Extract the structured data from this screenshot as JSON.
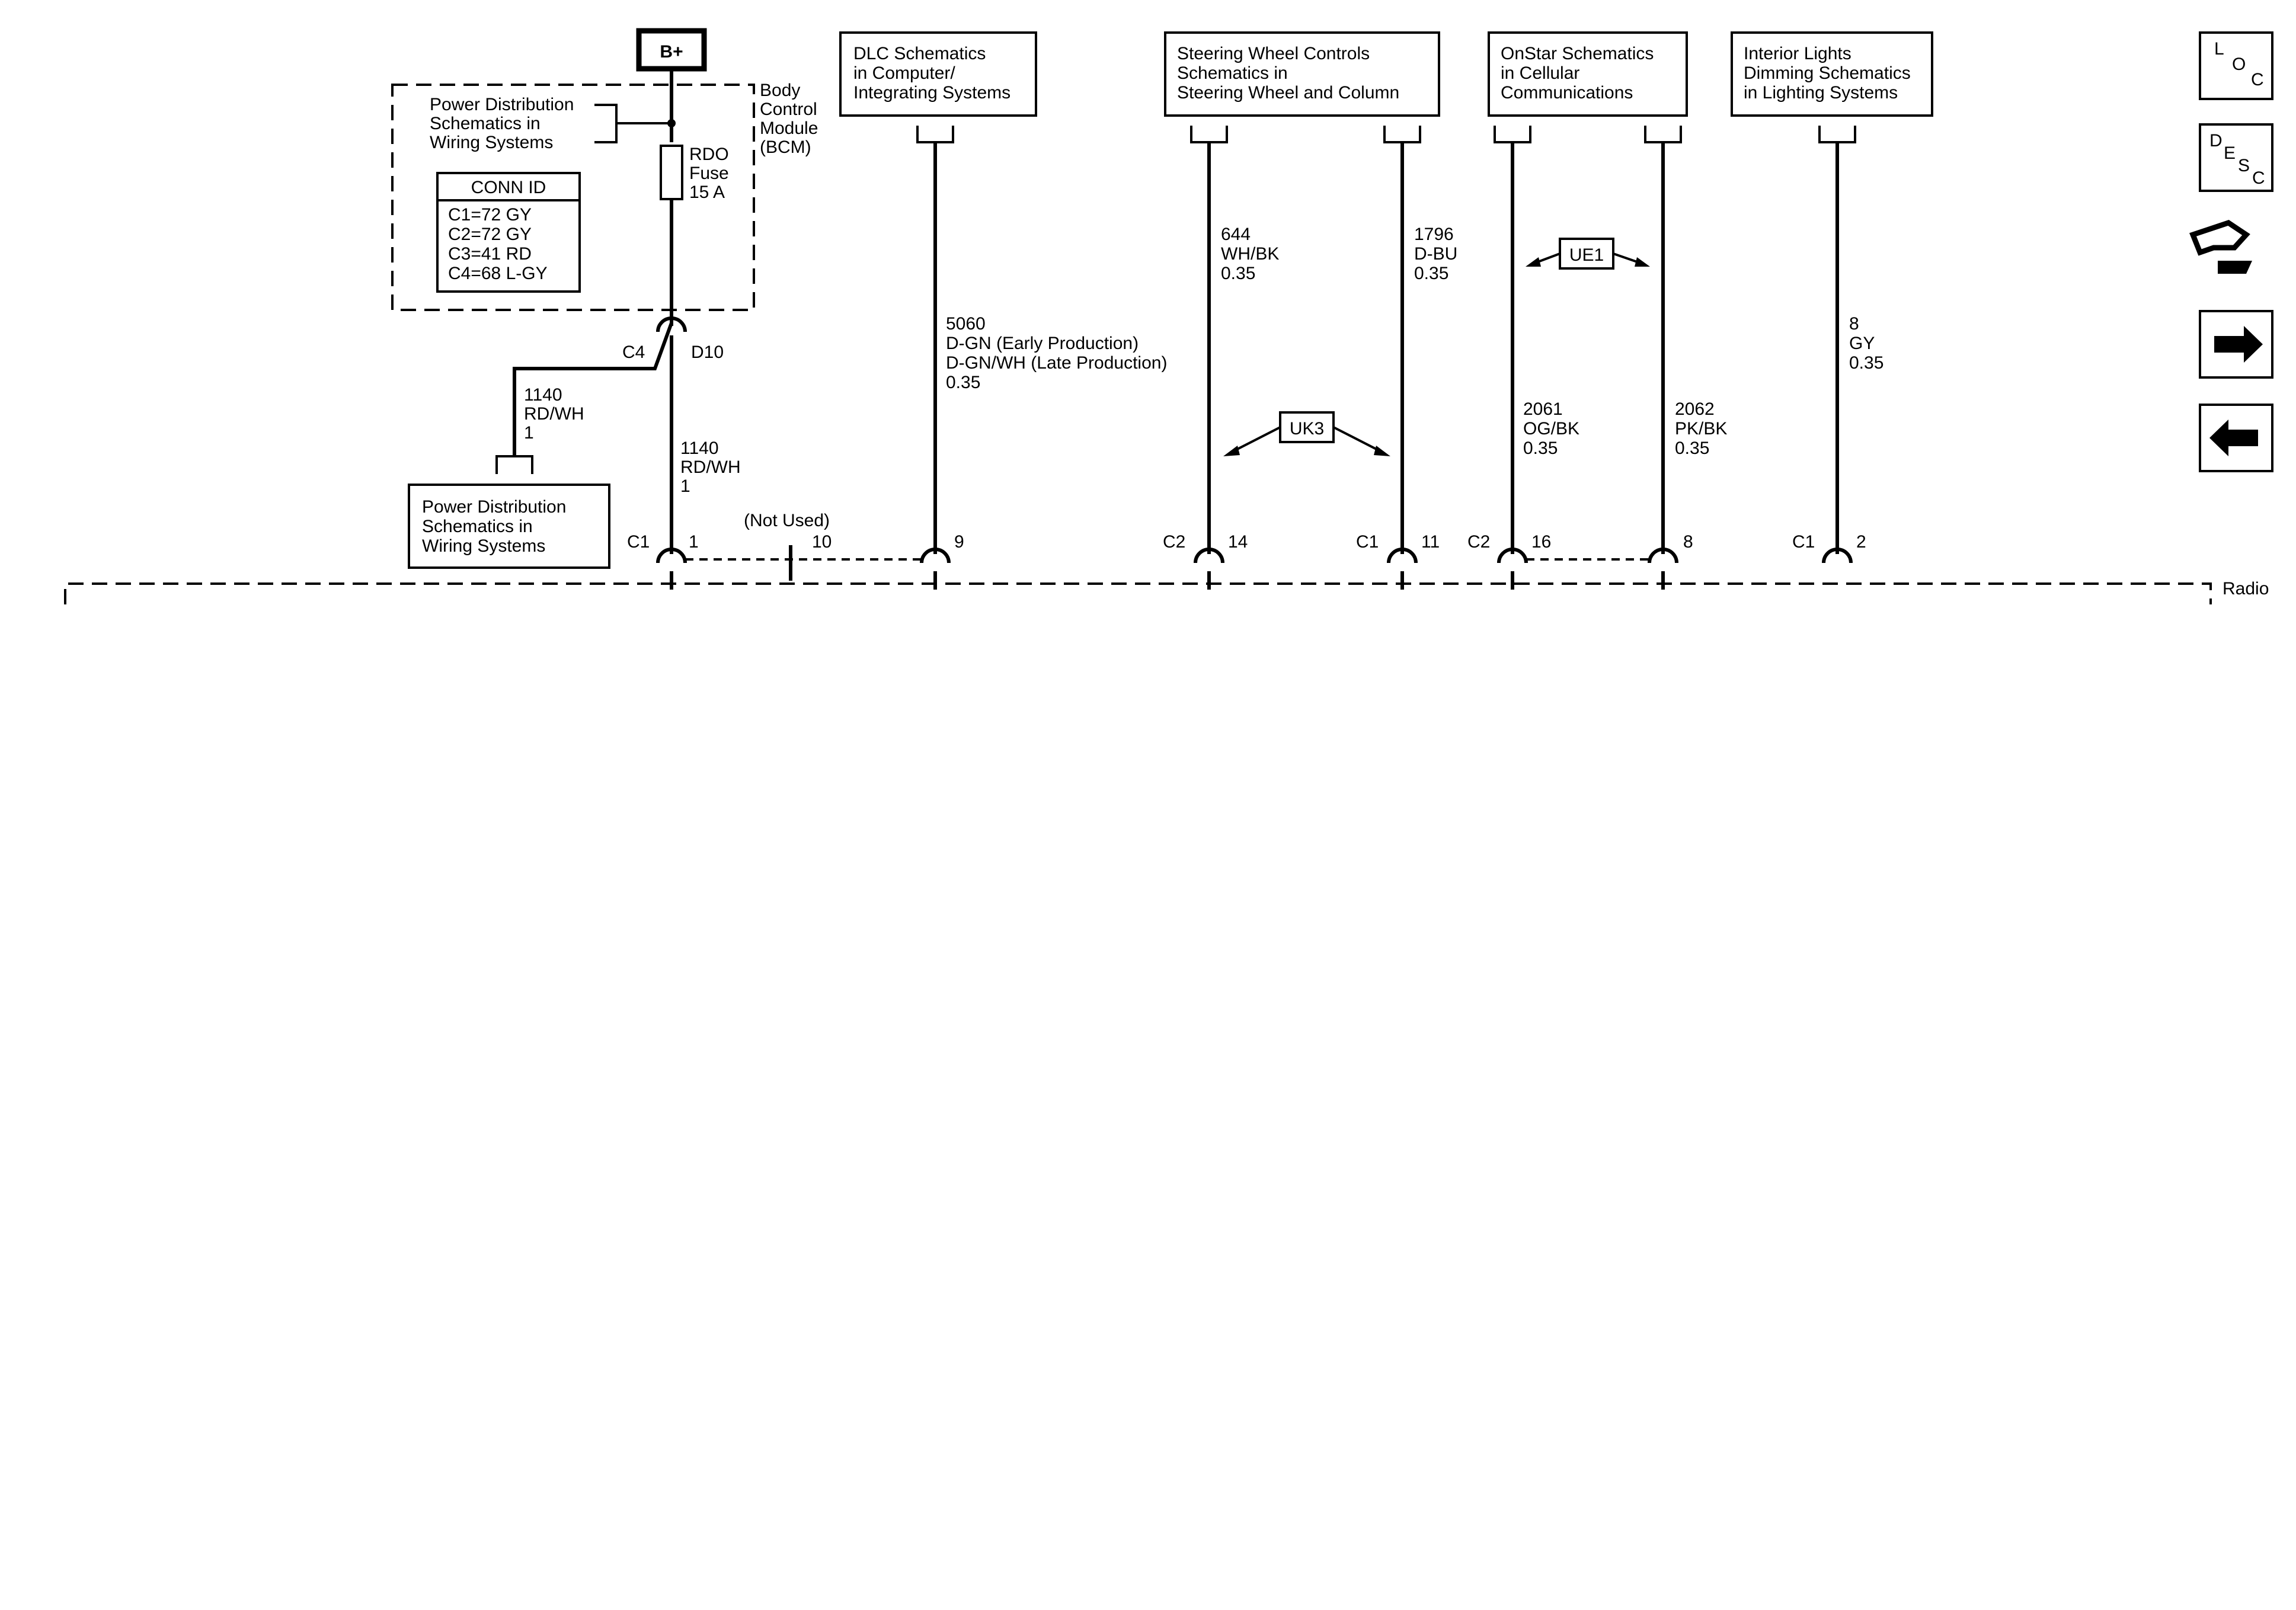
{
  "battery": "B+",
  "bcm": {
    "line1": "Body",
    "line2": "Control",
    "line3": "Module",
    "line4": "(BCM)"
  },
  "pds_bcm": {
    "line1": "Power Distribution",
    "line2": "Schematics in",
    "line3": "Wiring Systems"
  },
  "conn_id_bcm": {
    "title": "CONN ID",
    "rows": [
      "C1=72 GY",
      "C2=72 GY",
      "C3=41 RD",
      "C4=68 L-GY"
    ]
  },
  "fuse": {
    "line1": "RDO",
    "line2": "Fuse",
    "line3": "15 A"
  },
  "bcm_connector": {
    "conn": "C4",
    "pin": "D10"
  },
  "wire_branch_1140": {
    "circuit": "1140",
    "color": "RD/WH",
    "size": "1"
  },
  "pds_lower": {
    "line1": "Power Distribution",
    "line2": "Schematics in",
    "line3": "Wiring Systems"
  },
  "wire_1140_main": {
    "circuit": "1140",
    "color": "RD/WH",
    "size": "1"
  },
  "dlc_ref": {
    "line1": "DLC Schematics",
    "line2": "in Computer/",
    "line3": "Integrating Systems"
  },
  "wire_5060": {
    "circuit": "5060",
    "color1": "D-GN (Early Production)",
    "color2": "D-GN/WH (Late Production)",
    "size": "0.35"
  },
  "swc_ref": {
    "line1": "Steering Wheel Controls",
    "line2": "Schematics in",
    "line3": "Steering Wheel and Column"
  },
  "wire_644": {
    "circuit": "644",
    "color": "WH/BK",
    "size": "0.35"
  },
  "wire_1796": {
    "circuit": "1796",
    "color": "D-BU",
    "size": "0.35"
  },
  "option_uk3": "UK3",
  "onstar_ref": {
    "line1": "OnStar Schematics",
    "line2": "in Cellular",
    "line3": "Communications"
  },
  "option_ue1": "UE1",
  "wire_2061": {
    "circuit": "2061",
    "color": "OG/BK",
    "size": "0.35"
  },
  "wire_2062": {
    "circuit": "2062",
    "color": "PK/BK",
    "size": "0.35"
  },
  "lights_ref": {
    "line1": "Interior Lights",
    "line2": "Dimming Schematics",
    "line3": "in Lighting Systems"
  },
  "wire_8": {
    "circuit": "8",
    "color": "GY",
    "size": "0.35"
  },
  "radio_pins": {
    "pin_c1_1": {
      "conn": "C1",
      "pin": "1"
    },
    "not_used": "(Not Used)",
    "pin_10": "10",
    "pin_9": "9",
    "pin_c2_14": {
      "conn": "C2",
      "pin": "14"
    },
    "pin_c1_11": {
      "conn": "C1",
      "pin": "11"
    },
    "pin_c2_16": {
      "conn": "C2",
      "pin": "16"
    },
    "pin_8": "8",
    "pin_c1_2": {
      "conn": "C1",
      "pin": "2"
    }
  },
  "radio_label": "Radio",
  "nav_icons": [
    "loc-icon",
    "desc-icon",
    "connector-tool-icon",
    "next-arrow-icon",
    "previous-arrow-icon"
  ],
  "loc_icon": {
    "l": "L",
    "o": "O",
    "c": "C"
  },
  "desc_icon": {
    "d": "D",
    "e": "E",
    "s": "S",
    "c": "C"
  }
}
